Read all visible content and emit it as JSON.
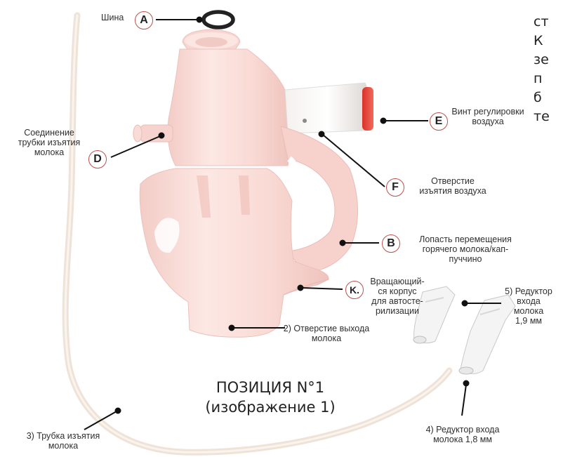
{
  "labels": {
    "tire": "Шина",
    "A": "A",
    "B": "B",
    "D": "D",
    "E": "E",
    "F": "F",
    "K": "K.",
    "air_screw": [
      "Винт регулировки",
      "воздуха"
    ],
    "milk_conn": [
      "Соединение",
      "трубки изъятия",
      "молока"
    ],
    "air_hole": [
      "Отверстие",
      "изъятия воздуха"
    ],
    "blade": [
      "Лопасть перемещения",
      "горячего молока/кап-",
      "пуччино"
    ],
    "rotating": [
      "Вращающий-",
      "ся корпус",
      "для автосте-",
      "рилизации"
    ],
    "reducer5": [
      "5) Редуктор",
      "входа",
      "молока",
      "1,9 мм"
    ],
    "milk_out": [
      "2) Отверстие выхода",
      "молока"
    ],
    "reducer4": [
      "4) Редуктор входа",
      "молока 1,8 мм"
    ],
    "tube": [
      "3) Трубка изъятия",
      "молока"
    ]
  },
  "position_title": [
    "ПОЗИЦИЯ N°1",
    "(изображение 1)"
  ],
  "side_text": [
    "ст",
    "К",
    "зе",
    "п",
    "б",
    "те"
  ],
  "colors": {
    "badge_border": "#c0504d",
    "part": "#f8ddd9",
    "tube": "#f1e6dd"
  }
}
